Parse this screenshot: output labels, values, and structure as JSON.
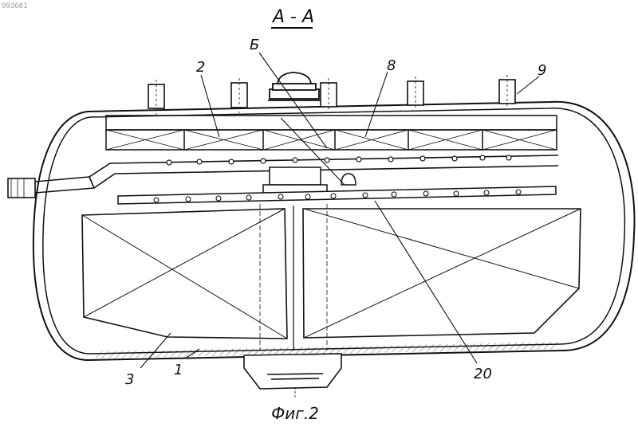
{
  "corner_code": "993681",
  "section_title": "А - А",
  "caption": "Фиг.2",
  "labels": {
    "l2": "2",
    "l6": "Б",
    "l8": "8",
    "l9": "9",
    "l3": "3",
    "l1": "1",
    "l20": "20"
  }
}
